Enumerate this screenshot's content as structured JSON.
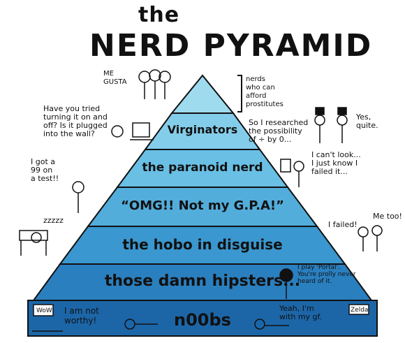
{
  "title": {
    "line1": "the",
    "line2": "NERD PYRAMID"
  },
  "colors": {
    "tier1": "#9fdbef",
    "tier2": "#84cdea",
    "tier3": "#69bfe4",
    "tier4": "#52addb",
    "tier5": "#3a97cf",
    "tier6": "#2a7fbf",
    "tier7": "#1c66a8",
    "outline": "#111111"
  },
  "tiers": [
    {
      "label": ""
    },
    {
      "label": "Virginators"
    },
    {
      "label": "the paranoid nerd"
    },
    {
      "label": "“OMG!! Not my G.P.A!”"
    },
    {
      "label": "the hobo in disguise"
    },
    {
      "label": "those damn hipsters..."
    },
    {
      "label": "n00bs"
    }
  ],
  "notes": {
    "bracket": "nerds\nwho can\nafford\nprostitutes",
    "me_gusta": "ME\nGUSTA",
    "tried": "Have you tried\nturning it on and\noff? Is it plugged\ninto the wall?",
    "researched": "So I researched\nthe possibility\nof ÷ by 0...",
    "yes_quite": "Yes,\nquite.",
    "cant_look": "I can't look...\nI just know I\nfailed it...",
    "got_99": "I got a\n99 on\na test!!",
    "zzz": "zzzzz",
    "failed": "I failed!",
    "me_too": "Me too!",
    "portal": "I play 'Portal'.\nYou're prolly never\nheard of it.",
    "not_worthy": "I am not\nworthy!",
    "gf": "Yeah, I'm\nwith my gf.",
    "wow": "WoW",
    "zelda": "Zelda"
  }
}
